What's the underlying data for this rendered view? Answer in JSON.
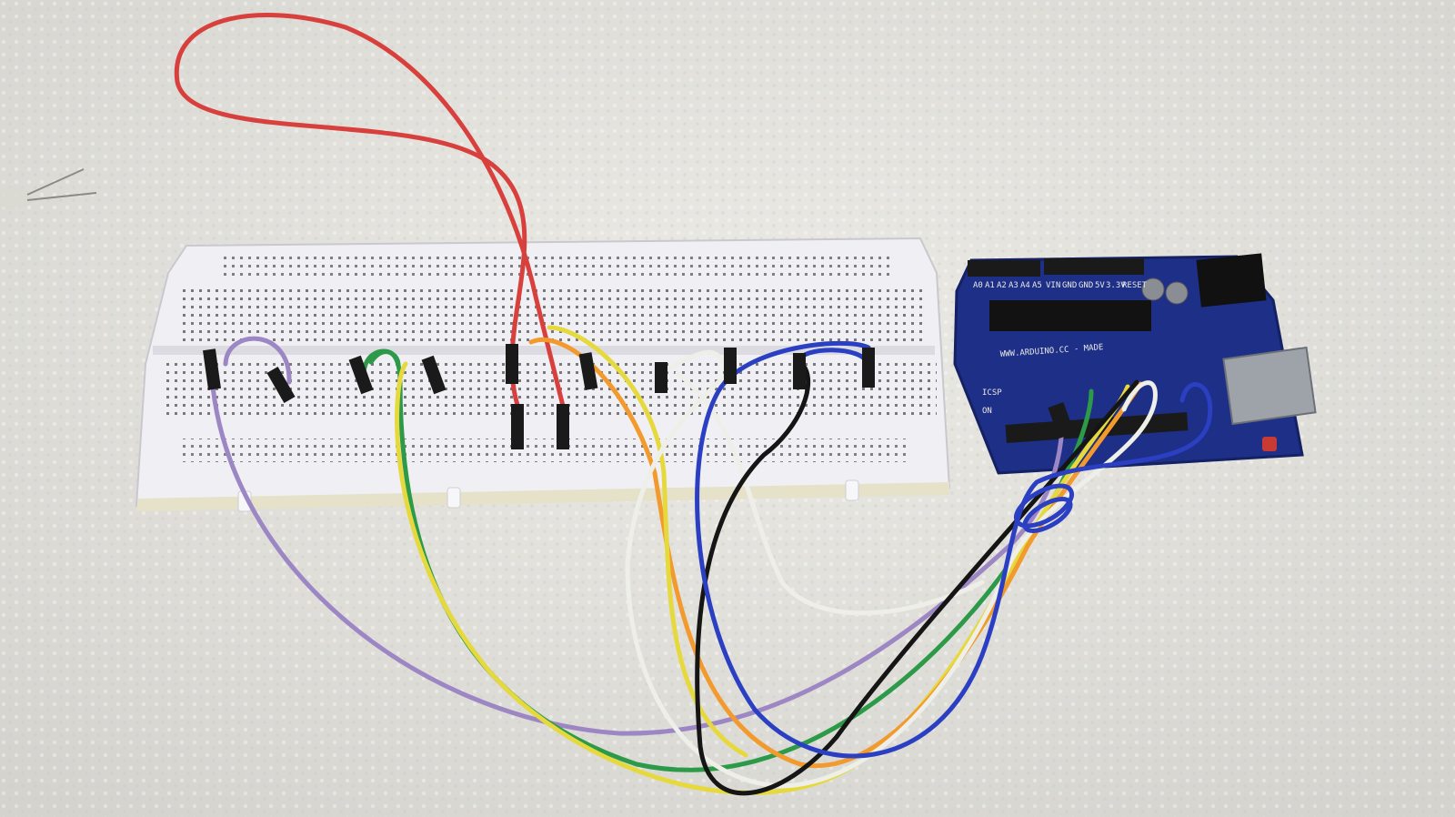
{
  "scene": {
    "subject": "breadboard-with-jumper-wires-and-microcontroller-board",
    "colors": {
      "towel": "#e4e3de",
      "breadboard": "#ecebef",
      "board_pcb": "#1d2f86",
      "wire_red": "#d8403e",
      "wire_purple": "#9d86c4",
      "wire_green": "#2c9a48",
      "wire_yellow": "#e6d93e",
      "wire_white": "#efefea",
      "wire_black": "#151515",
      "wire_blue": "#2b3fc2",
      "wire_orange": "#f29a2e",
      "header_black": "#1a1a1a"
    }
  },
  "arduino": {
    "header_labels": [
      "A0",
      "A1",
      "A2",
      "A3",
      "A4",
      "A5",
      "VIN",
      "GND",
      "GND",
      "5V",
      "3.3V",
      "RESET"
    ],
    "silkscreen_text": "WWW.ARDUINO.CC - MADE",
    "marking_on": "ON",
    "marking_icsp": "ICSP"
  }
}
